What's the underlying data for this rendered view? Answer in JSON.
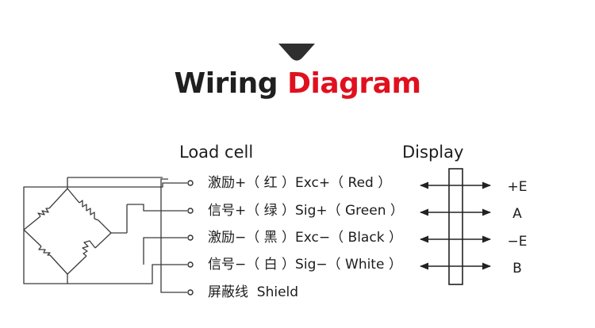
{
  "title": {
    "part1": "Wiring",
    "part2": "Diagram"
  },
  "colors": {
    "accent": "#e0101e",
    "text": "#1f1f1f",
    "line": "#3a3a3a",
    "background": "#ffffff"
  },
  "headers": {
    "load_cell": "Load cell",
    "display": "Display"
  },
  "wires": [
    {
      "label": "激励+（ 红 ）Exc+（ Red ）",
      "terminal": "+E"
    },
    {
      "label": "信号+（ 绿 ）Sig+（ Green ）",
      "terminal": "A"
    },
    {
      "label": "激励−（ 黑 ）Exc−（ Black ）",
      "terminal": "−E"
    },
    {
      "label": "信号−（ 白 ）Sig−（ White ）",
      "terminal": "B"
    },
    {
      "label": "屏蔽线  Shield",
      "terminal": ""
    }
  ]
}
